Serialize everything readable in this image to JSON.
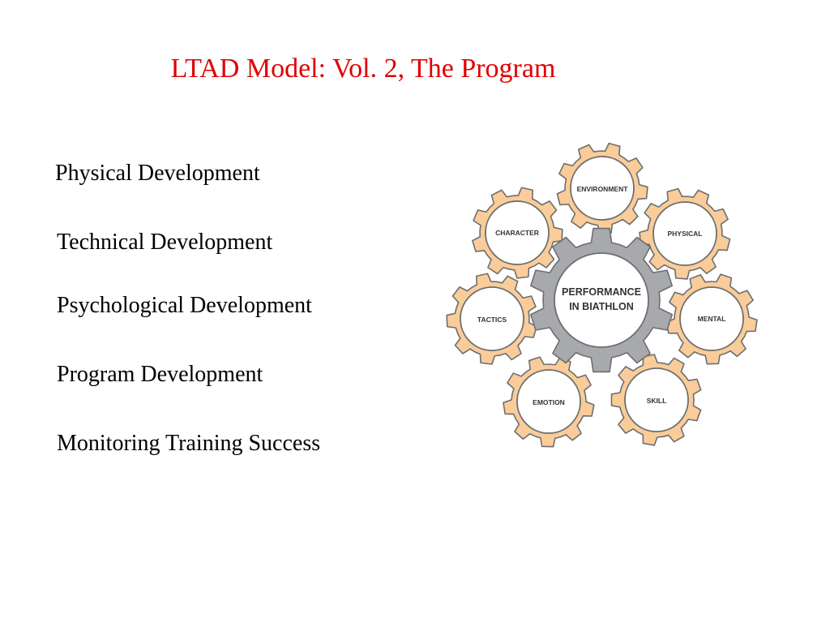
{
  "title": "LTAD Model: Vol. 2, The Program",
  "items": [
    {
      "label": "Physical Development"
    },
    {
      "label": "Technical Development"
    },
    {
      "label": "Psychological Development"
    },
    {
      "label": "Program Development"
    },
    {
      "label": "Monitoring Training Success"
    }
  ],
  "diagram": {
    "center": {
      "line1": "PERFORMANCE",
      "line2": "IN BIATHLON"
    },
    "gears": [
      {
        "label": "ENVIRONMENT"
      },
      {
        "label": "PHYSICAL"
      },
      {
        "label": "CHARACTER"
      },
      {
        "label": "TACTICS"
      },
      {
        "label": "MENTAL"
      },
      {
        "label": "EMOTION"
      },
      {
        "label": "SKILL"
      }
    ],
    "colors": {
      "outer_gear_fill": "#f9cc99",
      "center_gear_fill": "#a7a9ac",
      "gear_stroke": "#6d6e71",
      "title": "#e00000"
    }
  }
}
